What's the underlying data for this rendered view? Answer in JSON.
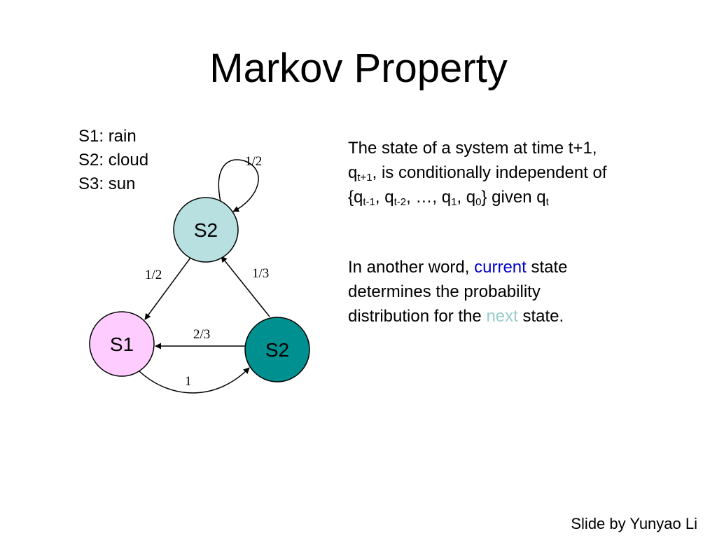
{
  "slide": {
    "title": "Markov Property",
    "credit": "Slide by Yunyao Li"
  },
  "legend": [
    "S1: rain",
    "S2: cloud",
    "S3: sun"
  ],
  "diagram": {
    "nodes": [
      {
        "id": "top",
        "label": "S2",
        "fill": "#b8e0e0"
      },
      {
        "id": "left",
        "label": "S1",
        "fill": "#ffccff"
      },
      {
        "id": "right",
        "label": "S2",
        "fill": "#009090"
      }
    ],
    "edges": [
      {
        "from": "top",
        "to": "top",
        "label": "1/2"
      },
      {
        "from": "top",
        "to": "left",
        "label": "1/2"
      },
      {
        "from": "right",
        "to": "top",
        "label": "1/3"
      },
      {
        "from": "right",
        "to": "left",
        "label": "2/3"
      },
      {
        "from": "left",
        "to": "right",
        "label": "1"
      }
    ]
  },
  "paragraph1": {
    "t1": "The state of a system at time t+1,",
    "q": "q",
    "sub_t1": "t+1",
    "t2": ", is conditionally independent of",
    "t3": "{q",
    "sub_tm1": "t-1",
    "t4": ", q",
    "sub_tm2": "t-2",
    "t5": ", …, q",
    "sub_1": "1",
    "t6": ", q",
    "sub_0": "0",
    "t7": "} given q",
    "sub_t": "t"
  },
  "paragraph2": {
    "t1": "In another word, ",
    "current": "current",
    "t2": " state",
    "t3": "determines the probability",
    "t4": "distribution for the ",
    "next": "next",
    "t5": " state."
  },
  "colors": {
    "current_highlight": "#0000cc",
    "next_highlight": "#99cccc"
  }
}
